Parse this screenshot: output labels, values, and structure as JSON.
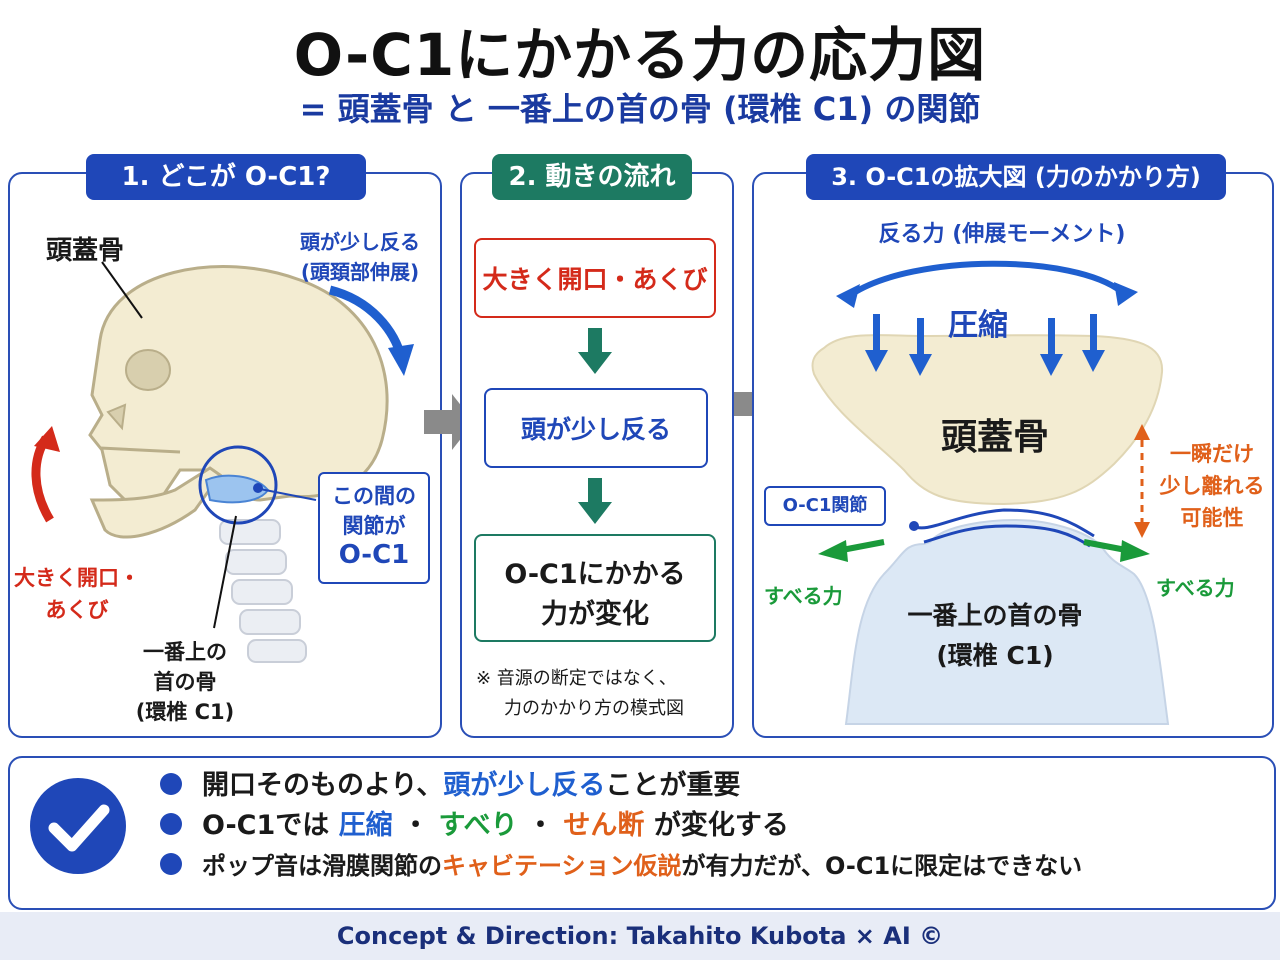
{
  "header": {
    "title": "O-C1にかかる力の応力図",
    "subtitle": "= 頭蓋骨 と 一番上の首の骨 (環椎 C1) の関節"
  },
  "panel1": {
    "label": "1. どこが O-C1?",
    "skull_label": "頭蓋骨",
    "head_tilt_line1": "頭が少し反る",
    "head_tilt_line2": "(頭頚部伸展)",
    "joint_line1": "この間の",
    "joint_line2": "関節が",
    "joint_line3": "O-C1",
    "open_line1": "大きく開口・",
    "open_line2": "あくび",
    "c1_line1": "一番上の",
    "c1_line2": "首の骨",
    "c1_line3": "(環椎 C1)"
  },
  "panel2": {
    "label": "2. 動きの流れ",
    "step1": "大きく開口・あくび",
    "step2": "頭が少し反る",
    "step3_line1": "O-C1にかかる",
    "step3_line2": "力が変化",
    "note_line1": "※ 音源の断定ではなく、",
    "note_line2": "力のかかり方の模式図"
  },
  "panel3": {
    "label": "3. O-C1の拡大図 (力のかかり方)",
    "moment": "反る力 (伸展モーメント)",
    "compression": "圧縮",
    "skull": "頭蓋骨",
    "separate_line1": "一瞬だけ",
    "separate_line2": "少し離れる",
    "separate_line3": "可能性",
    "joint_tag": "O-C1関節",
    "slide_left": "すべる力",
    "slide_right": "すべる力",
    "c1_line1": "一番上の首の骨",
    "c1_line2": "(環椎 C1)"
  },
  "summary": {
    "b1_a": "開口そのものより、",
    "b1_b": "頭が少し反る",
    "b1_c": "ことが重要",
    "b2_a": "O-C1では ",
    "b2_b": "圧縮",
    "b2_c": " ・ ",
    "b2_d": "すべり",
    "b2_e": " ・ ",
    "b2_f": "せん断",
    "b2_g": " が変化する",
    "b3_a": "ポップ音は滑膜関節の",
    "b3_b": "キャビテーション仮説",
    "b3_c": "が有力だが、O-C1に限定はできない"
  },
  "footer": {
    "credit": "Concept & Direction: Takahito Kubota × AI ©"
  },
  "colors": {
    "accent_blue": "#1f47b8",
    "accent_green": "#1d7a62",
    "red": "#d42a1a",
    "bone": "#f3ecd2",
    "c1_blue": "#cfe0f2"
  }
}
